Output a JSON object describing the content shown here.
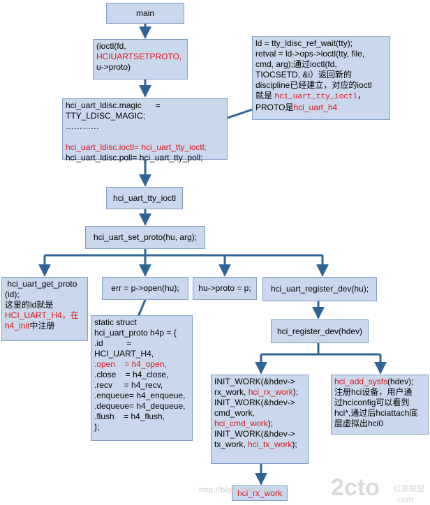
{
  "nodes": {
    "main": "main",
    "ioctl_call": [
      "(ioctl(fd,",
      "HCIUARTSETPROTO,",
      "u->proto)"
    ],
    "ldisc_note": [
      [
        {
          "t": "ld = tty_ldisc_ref_wait(tty);",
          "c": ""
        }
      ],
      [
        {
          "t": "retval = ld->ops->ioctl(tty, file,",
          "c": ""
        }
      ],
      [
        {
          "t": "cmd, arg);通过ioctl(fd,",
          "c": ""
        }
      ],
      [
        {
          "t": "TIOCSETD, &i）返回新的",
          "c": ""
        }
      ],
      [
        {
          "t": "discipline已经建立，对应的ioctl",
          "c": ""
        }
      ],
      [
        {
          "t": "就是 ",
          "c": ""
        },
        {
          "t": "hci_uart_tty_ioctl",
          "c": "red mono"
        },
        {
          "t": "，",
          "c": ""
        }
      ],
      [
        {
          "t": "PROTO是",
          "c": ""
        },
        {
          "t": "hci_uart_h4",
          "c": "red"
        }
      ]
    ],
    "ldisc_struct": [
      [
        {
          "t": "hci_uart_ldisc.magic      =",
          "c": ""
        }
      ],
      [
        {
          "t": "TTY_LDISC_MAGIC;",
          "c": ""
        }
      ],
      [
        {
          "t": "…………",
          "c": ""
        }
      ],
      [
        {
          "t": " ",
          "c": ""
        }
      ],
      [
        {
          "t": "hci_uart_ldisc.ioctl= hci_uart_tty_ioctl;",
          "c": "red"
        }
      ],
      [
        {
          "t": "hci_uart_ldisc.poll= hci_uart_tty_poll;",
          "c": ""
        }
      ]
    ],
    "tty_ioctl": "hci_uart_tty_ioctl",
    "set_proto": "hci_uart_set_proto(hu, arg);",
    "get_proto": [
      [
        {
          "t": " hci_uart_get_proto",
          "c": ""
        }
      ],
      [
        {
          "t": "(id);",
          "c": ""
        }
      ],
      [
        {
          "t": "这里的id就是",
          "c": ""
        }
      ],
      [
        {
          "t": "HCI_UART_H4，在",
          "c": "red"
        }
      ],
      [
        {
          "t": "h4_init",
          "c": "red"
        },
        {
          "t": "中注册",
          "c": ""
        }
      ]
    ],
    "open_call": "err = p->open(hu);",
    "hu_proto": "hu->proto = p;",
    "register_dev": "hci_uart_register_dev(hu);",
    "h4p_struct": [
      [
        {
          "t": "static struct",
          "c": ""
        }
      ],
      [
        {
          "t": "hci_uart_proto h4p = {",
          "c": ""
        }
      ],
      [
        {
          "t": ".id          =",
          "c": ""
        }
      ],
      [
        {
          "t": "HCI_UART_H4,",
          "c": ""
        }
      ],
      [
        {
          "t": ".open    = h4_open,",
          "c": "red"
        }
      ],
      [
        {
          "t": ".close    = h4_close,",
          "c": ""
        }
      ],
      [
        {
          "t": ".recv     = h4_recv,",
          "c": ""
        }
      ],
      [
        {
          "t": ".enqueue= h4_enqueue,",
          "c": ""
        }
      ],
      [
        {
          "t": ".dequeue= h4_dequeue,",
          "c": ""
        }
      ],
      [
        {
          "t": ".flush    = h4_flush,",
          "c": ""
        }
      ],
      [
        {
          "t": "};",
          "c": ""
        }
      ]
    ],
    "hci_register_dev": "hci_register_dev(hdev)",
    "init_work": [
      [
        {
          "t": "INIT_WORK(&hdev->",
          "c": ""
        }
      ],
      [
        {
          "t": "rx_work, ",
          "c": ""
        },
        {
          "t": "hci_rx_work",
          "c": "red"
        },
        {
          "t": ");",
          "c": ""
        }
      ],
      [
        {
          "t": "INIT_WORK(&hdev->",
          "c": ""
        }
      ],
      [
        {
          "t": "cmd_work,",
          "c": ""
        }
      ],
      [
        {
          "t": "hci_cmd_work",
          "c": "red"
        },
        {
          "t": ");",
          "c": ""
        }
      ],
      [
        {
          "t": "INIT_WORK(&hdev->",
          "c": ""
        }
      ],
      [
        {
          "t": "tx_work, ",
          "c": ""
        },
        {
          "t": "hci_tx_work",
          "c": "red"
        },
        {
          "t": ");",
          "c": ""
        }
      ]
    ],
    "sysfs": [
      [
        {
          "t": "hci_add_sysfs",
          "c": "red"
        },
        {
          "t": "(hdev);",
          "c": ""
        }
      ],
      [
        {
          "t": "注册hci设备，用户通",
          "c": ""
        }
      ],
      [
        {
          "t": "过hciconfig可以看到",
          "c": ""
        }
      ],
      [
        {
          "t": "hci*,通过后hciattach底",
          "c": ""
        }
      ],
      [
        {
          "t": "层虚拟出hci0",
          "c": ""
        }
      ]
    ],
    "rx_work": "hci_rx_work"
  },
  "watermark": "http://blog.csdn.net/",
  "logo": {
    "brand": "2cto",
    "suffix": ".com",
    "cn": "红黑联盟"
  },
  "colors": {
    "node_fill": "#c9d8ec",
    "node_border": "#7f9fc6",
    "arrow": "#2e6496",
    "highlight": "#e0141e"
  }
}
